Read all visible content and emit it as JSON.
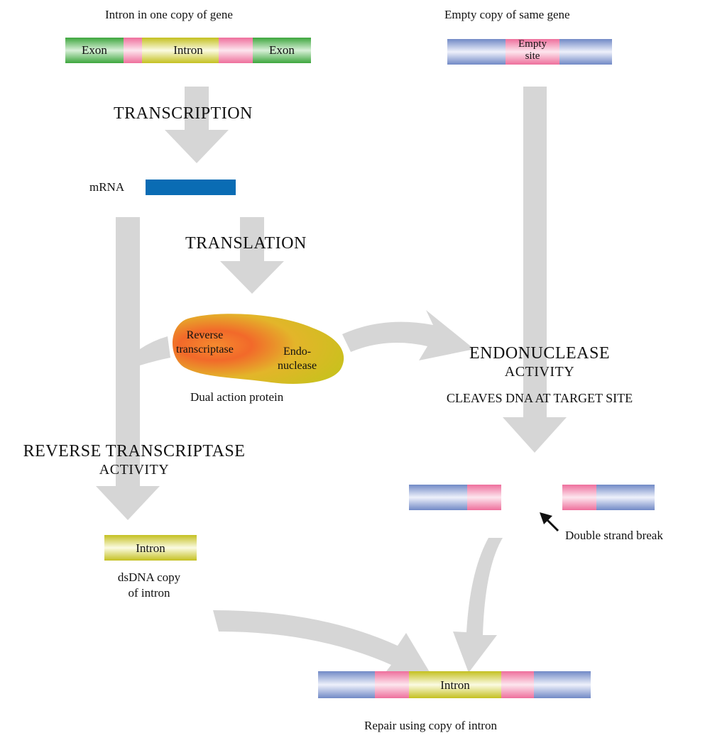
{
  "captions": {
    "intron_gene": "Intron in one copy of gene",
    "empty_gene": "Empty copy of same gene",
    "mrna": "mRNA",
    "dual_protein": "Dual action protein",
    "dsdna_line1": "dsDNA copy",
    "dsdna_line2": "of intron",
    "double_break": "Double strand break",
    "repair": "Repair using copy of intron"
  },
  "segments": {
    "exon_left": "Exon",
    "intron_top": "Intron",
    "exon_right": "Exon",
    "empty_site_line1": "Empty",
    "empty_site_line2": "site",
    "intron_copy": "Intron",
    "intron_repair": "Intron"
  },
  "protein": {
    "rt_line1": "Reverse",
    "rt_line2": "transcriptase",
    "endo_line1": "Endo-",
    "endo_line2": "nuclease"
  },
  "headings": {
    "transcription": "Transcription",
    "translation": "Translation",
    "rt_activity_line1": "Reverse transcriptase",
    "rt_activity_line2": "activity",
    "endo_activity_line1": "Endonuclease",
    "endo_activity_line2": "activity",
    "endo_activity_line3": "Cleaves DNA at target site"
  },
  "colors": {
    "exon": "#4db34d",
    "intron": "#c8c42a",
    "flank": "#ee7fa8",
    "gene": "#7d93c9",
    "mrna": "#0a6cb4",
    "arrow": "#d6d6d6"
  }
}
